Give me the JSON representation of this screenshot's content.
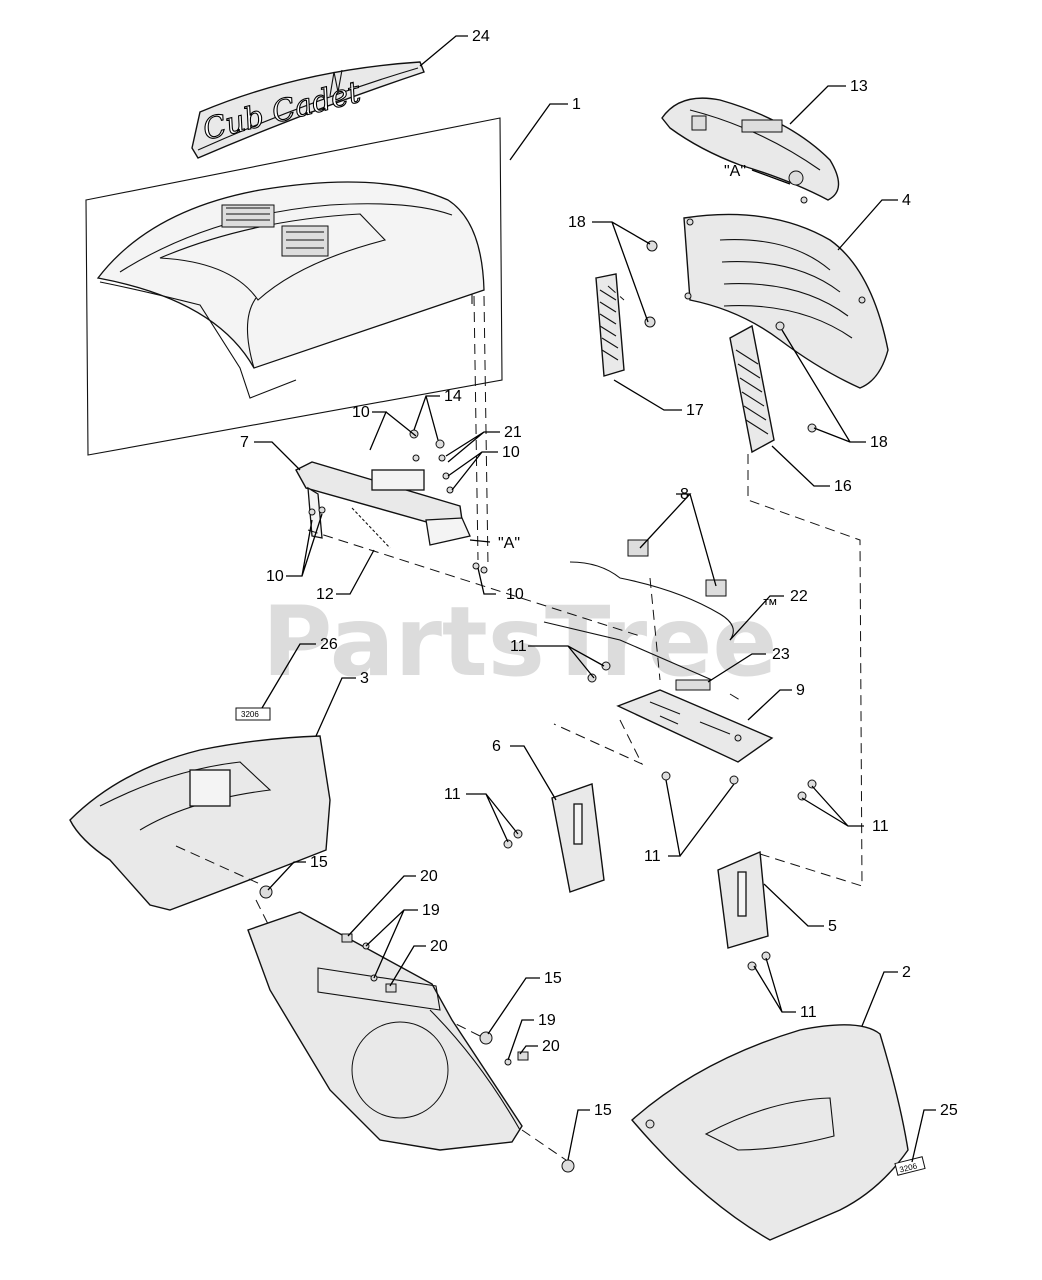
{
  "watermark": {
    "text": "PartsTree",
    "tm": "™"
  },
  "logo": {
    "text": "Cub Cadet"
  },
  "decals": {
    "left": "3206",
    "right": "3206"
  },
  "callouts": {
    "c24": "24",
    "c1": "1",
    "c13": "13",
    "cA_top": "\"A\"",
    "c4": "4",
    "c18a": "18",
    "c17": "17",
    "c18b": "18",
    "c16": "16",
    "c10a": "10",
    "c14": "14",
    "c21": "21",
    "c10b": "10",
    "c7": "7",
    "cA_mid": "\"A\"",
    "c10c": "10",
    "c12": "12",
    "c10d": "10",
    "c8": "8",
    "c22": "22",
    "c26": "26",
    "c11a": "11",
    "c23": "23",
    "c3": "3",
    "c9": "9",
    "c6": "6",
    "c11b": "11",
    "c11c": "11",
    "c11d": "11",
    "c15a": "15",
    "c20a": "20",
    "c19a": "19",
    "c20b": "20",
    "c5": "5",
    "c2": "2",
    "c15b": "15",
    "c11e": "11",
    "c19b": "19",
    "c20c": "20",
    "c25": "25",
    "c15c": "15"
  },
  "colors": {
    "line": "#111111",
    "fill": "#e9e9e9",
    "watermark": "#d6d6d6"
  }
}
